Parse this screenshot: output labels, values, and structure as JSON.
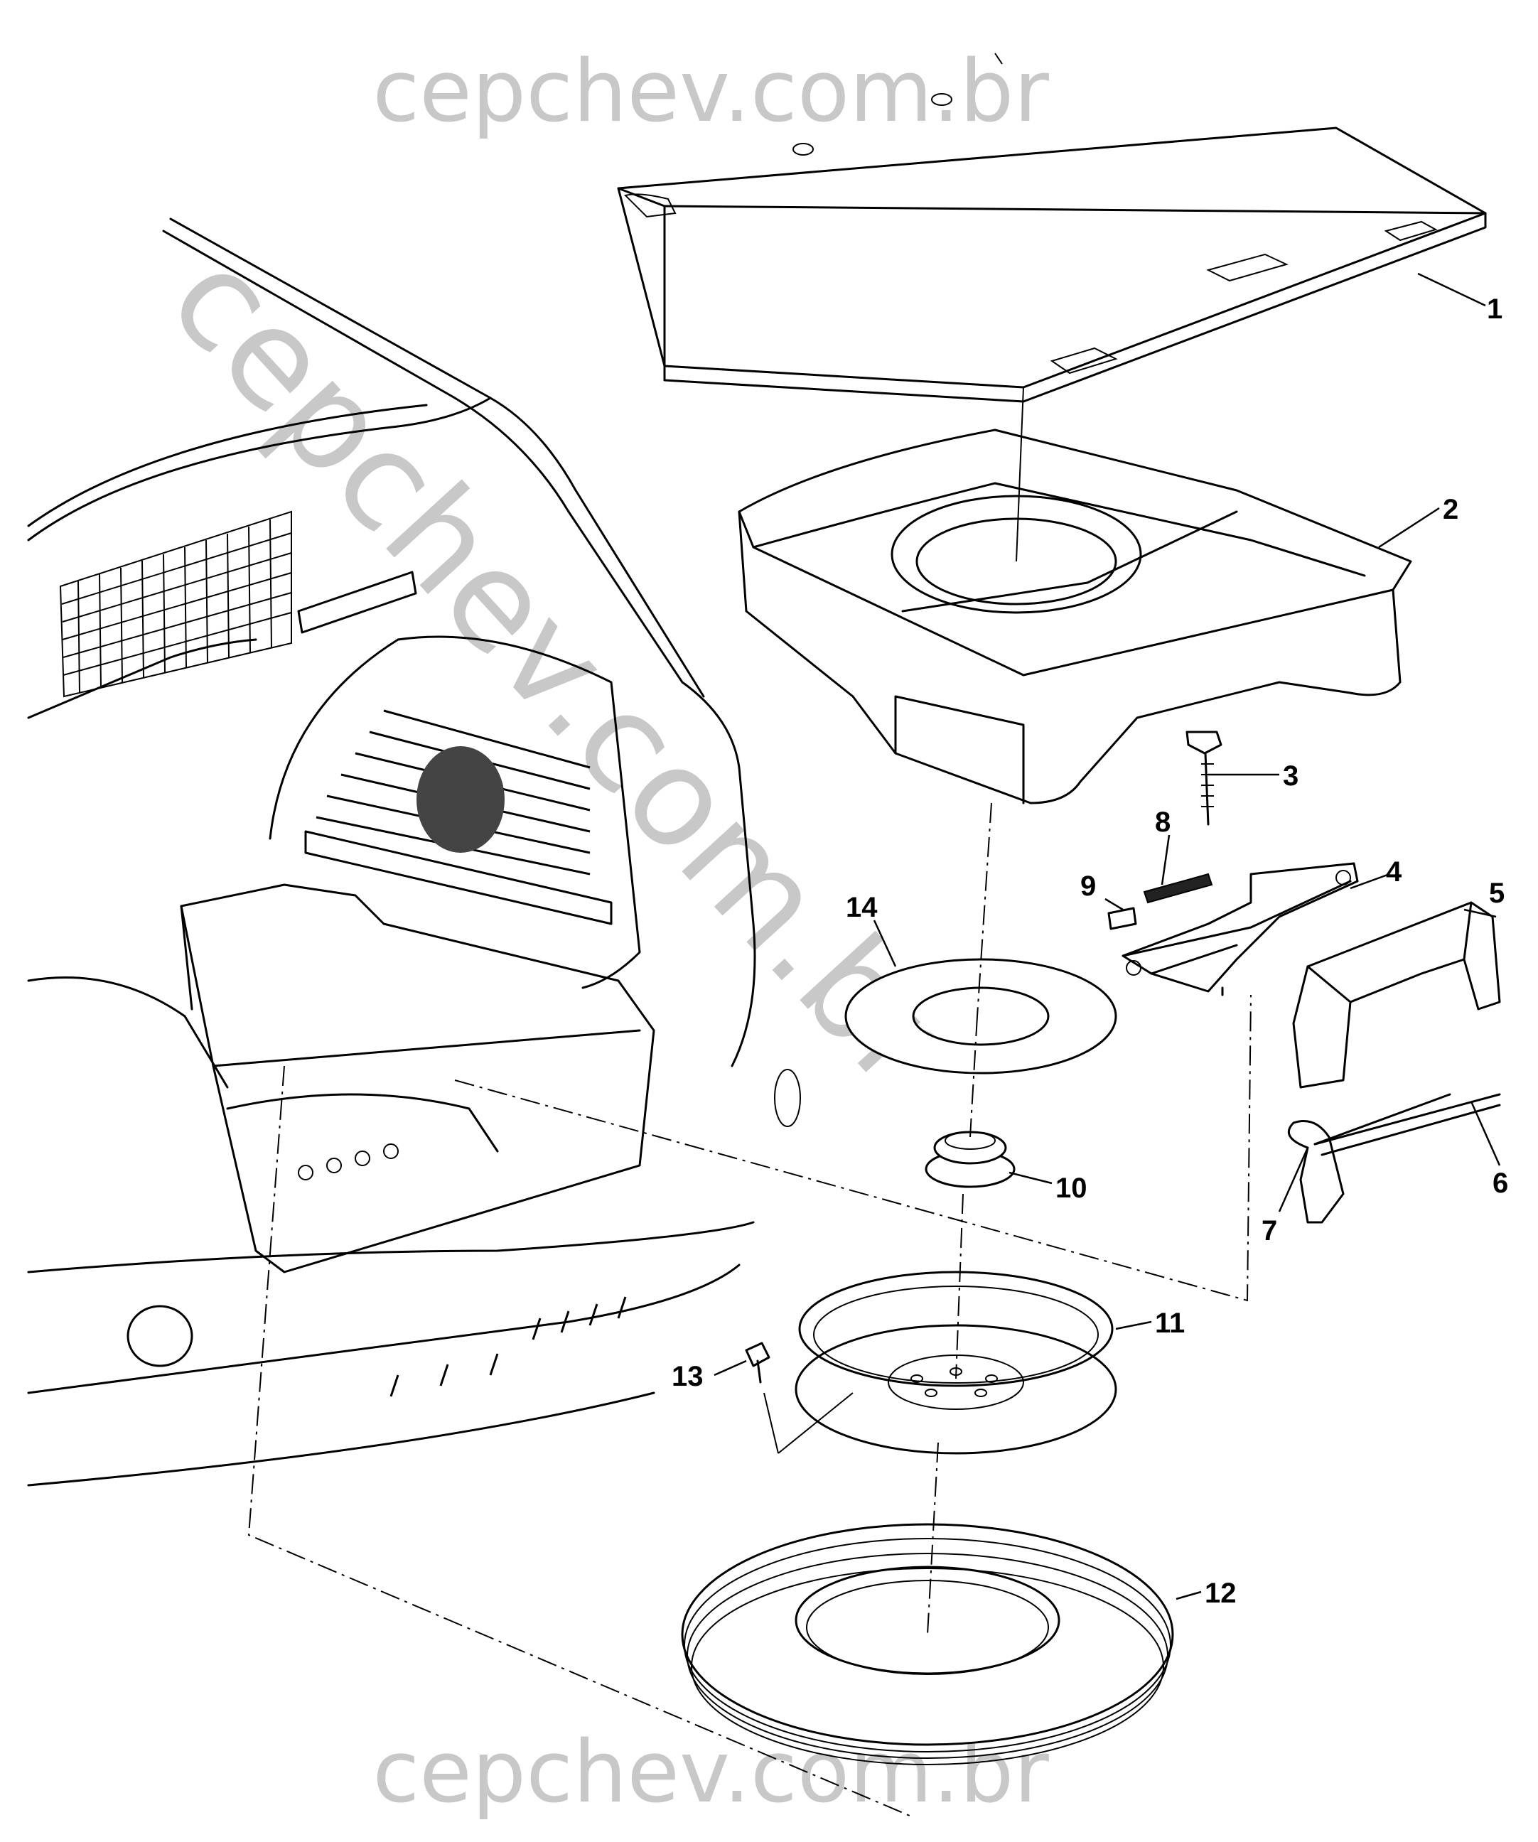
{
  "watermark": {
    "top_text": "cepchev.com.br",
    "bottom_text": "cepchev.com.br",
    "diagonal_text": "cepchev.com.br",
    "color": "#c8c8c8"
  },
  "callouts": [
    "1",
    "2",
    "3",
    "4",
    "5",
    "6",
    "7",
    "8",
    "9",
    "10",
    "11",
    "12",
    "13",
    "14"
  ],
  "parts": [
    {
      "id": 1,
      "name": "load-floor-panel"
    },
    {
      "id": 2,
      "name": "spare-wheel-tray"
    },
    {
      "id": 3,
      "name": "jack-retaining-bolt"
    },
    {
      "id": 4,
      "name": "scissor-jack"
    },
    {
      "id": 5,
      "name": "jack-holder"
    },
    {
      "id": 6,
      "name": "jack-handle"
    },
    {
      "id": 7,
      "name": "wheel-wrench"
    },
    {
      "id": 8,
      "name": "jack-label"
    },
    {
      "id": 9,
      "name": "warning-label"
    },
    {
      "id": 10,
      "name": "spare-wheel-retainer"
    },
    {
      "id": 11,
      "name": "spare-wheel-rim"
    },
    {
      "id": 12,
      "name": "spare-tire"
    },
    {
      "id": 13,
      "name": "wheel-bolt"
    },
    {
      "id": 14,
      "name": "spacer-ring"
    }
  ]
}
